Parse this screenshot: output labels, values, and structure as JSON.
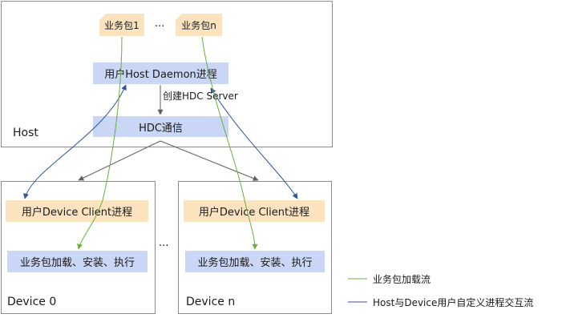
{
  "host": {
    "label": "Host",
    "package_first": "业务包1",
    "package_last": "业务包n",
    "packages_ellipsis": "...",
    "daemon_process": "用户Host Daemon进程",
    "create_server_label": "创建HDC Server",
    "hdc_comm": "HDC通信"
  },
  "devices": [
    {
      "label": "Device 0",
      "client_process": "用户Device Client进程",
      "package_actions": "业务包加载、安装、执行"
    },
    {
      "label": "Device n",
      "client_process": "用户Device Client进程",
      "package_actions": "业务包加载、安装、执行"
    }
  ],
  "devices_ellipsis": "...",
  "legend": [
    {
      "label": "业务包加载流",
      "color": "#6aaf3d"
    },
    {
      "label": "Host与Device用户自定义进程交互流",
      "color": "#2f5597"
    }
  ],
  "colors": {
    "green_flow": "#6aaf3d",
    "blue_flow": "#2f5597",
    "gray_arrow": "#606060"
  }
}
